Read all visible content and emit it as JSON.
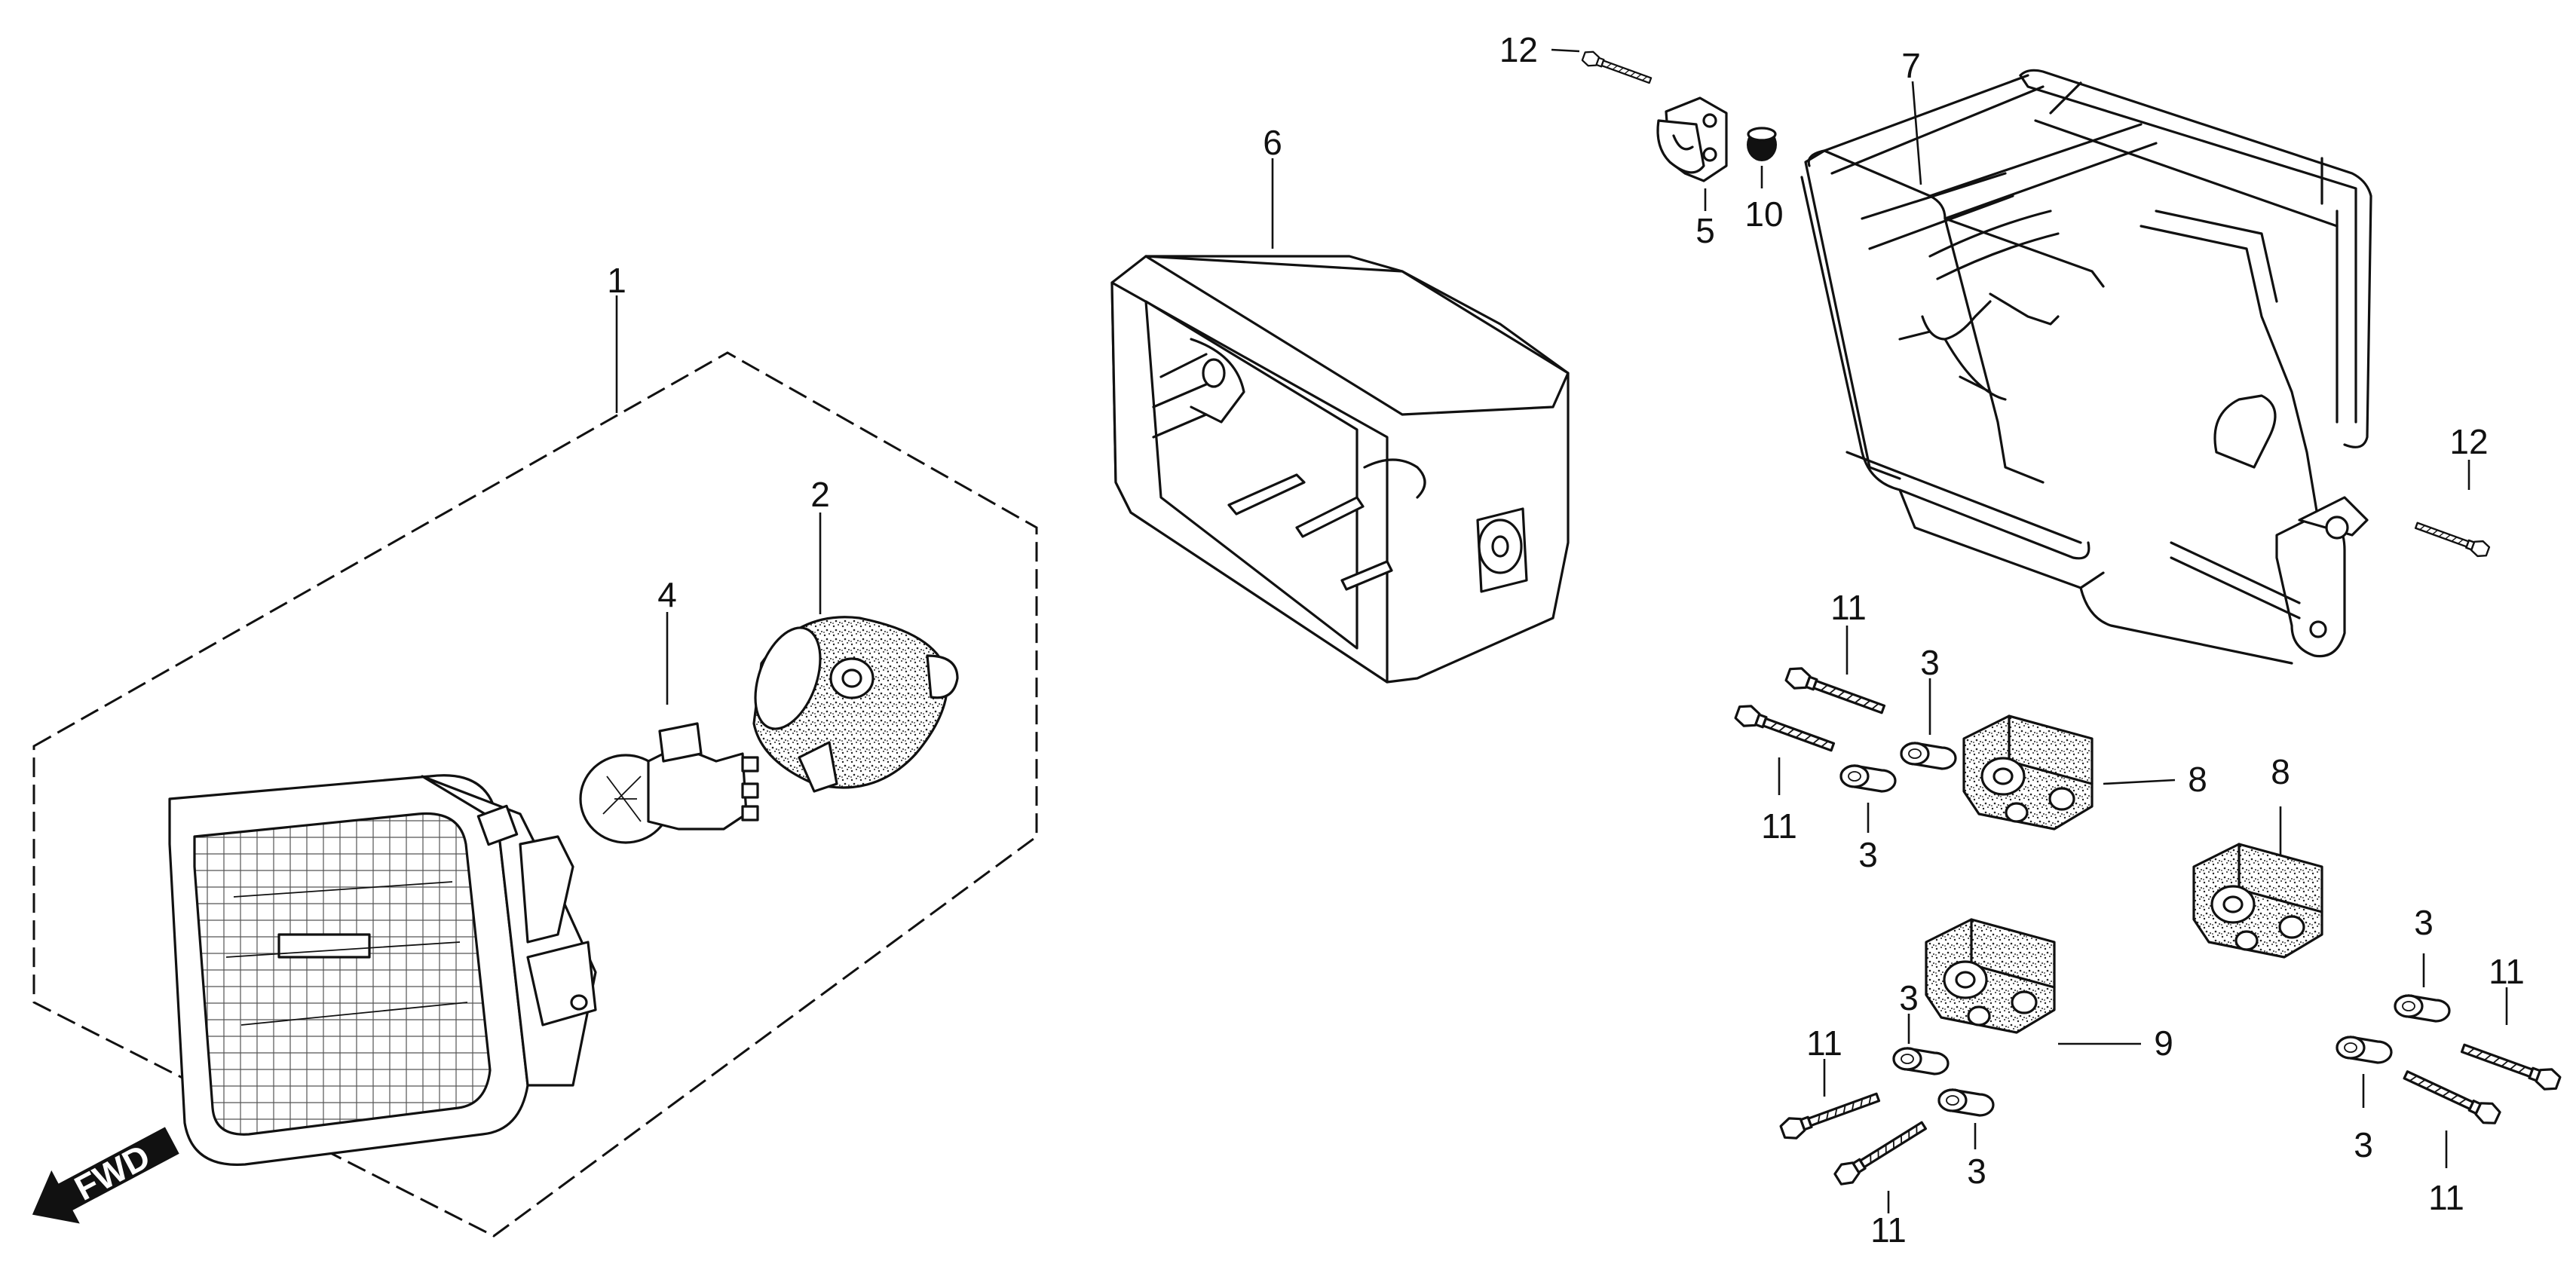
{
  "diagram": {
    "direction_label": "FWD",
    "callouts": {
      "headlight_unit": "1",
      "bulb_socket": "2",
      "bulb": "4",
      "case": "6",
      "guard": "7",
      "bracket": "5",
      "grommet": "10",
      "bolt_top": "12",
      "bolt_right": "12",
      "bolt_a": "11",
      "bolt_b": "11",
      "bolt_c": "11",
      "bolt_d": "11",
      "bolt_e": "11",
      "bolt_f": "11",
      "collar_a": "3",
      "collar_b": "3",
      "collar_c": "3",
      "collar_d": "3",
      "collar_e": "3",
      "collar_f": "3",
      "stay_a": "8",
      "stay_b": "8",
      "stay_c": "9"
    }
  }
}
